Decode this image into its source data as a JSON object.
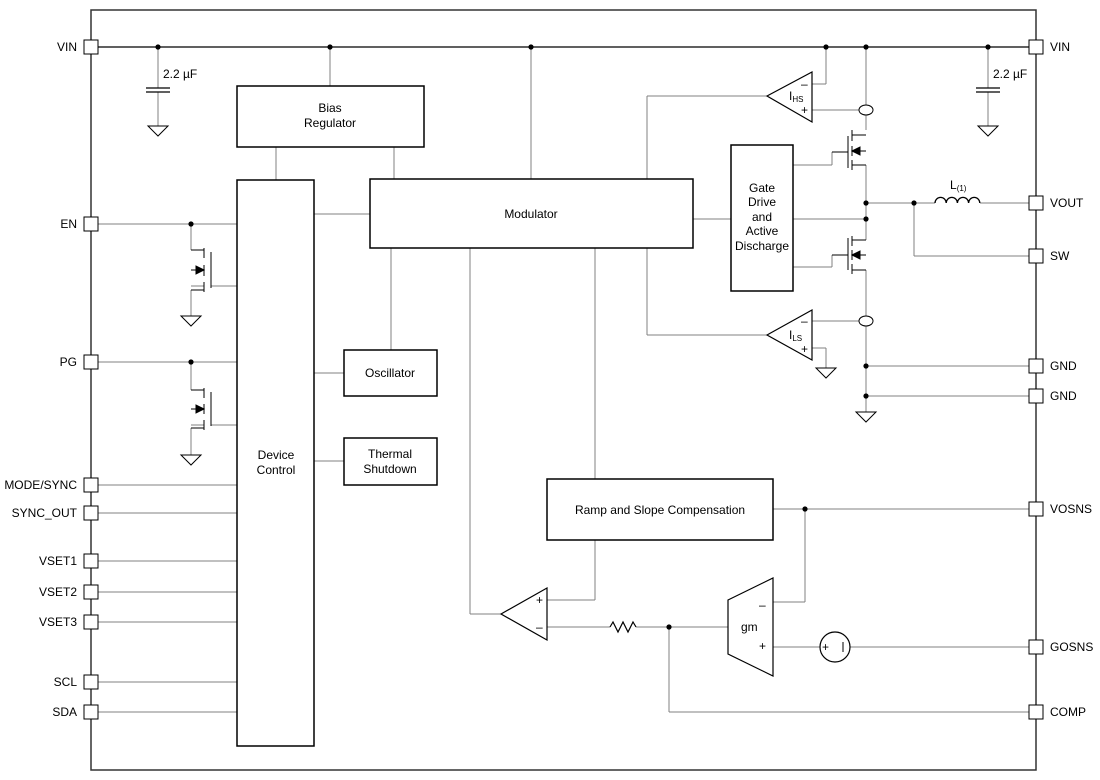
{
  "left_pins": {
    "vin": "VIN",
    "en": "EN",
    "pg": "PG",
    "mode_sync": "MODE/SYNC",
    "sync_out": "SYNC_OUT",
    "vset1": "VSET1",
    "vset2": "VSET2",
    "vset3": "VSET3",
    "scl": "SCL",
    "sda": "SDA"
  },
  "right_pins": {
    "vin": "VIN",
    "vout": "VOUT",
    "sw": "SW",
    "gnd1": "GND",
    "gnd2": "GND",
    "vosns": "VOSNS",
    "gosns": "GOSNS",
    "comp": "COMP"
  },
  "blocks": {
    "bias_regulator": {
      "line1": "Bias",
      "line2": "Regulator"
    },
    "device_control": {
      "line1": "Device",
      "line2": "Control"
    },
    "modulator": "Modulator",
    "oscillator": "Oscillator",
    "thermal_shutdown": {
      "line1": "Thermal",
      "line2": "Shutdown"
    },
    "gate_drive": {
      "line1": "Gate",
      "line2": "Drive",
      "line3": "and",
      "line4": "Active",
      "line5": "Discharge"
    },
    "ramp_slope": "Ramp and Slope Compensation"
  },
  "components": {
    "cap_left": "2.2 µF",
    "cap_right": "2.2 µF",
    "inductor_main": "L",
    "inductor_sub": "(1)",
    "ihs_main": "I",
    "ihs_sub": "HS",
    "ils_main": "I",
    "ils_sub": "LS",
    "gm": "gm",
    "plus": "+",
    "minus": "–"
  },
  "colors": {
    "line": "#000000",
    "wire": "#808080"
  }
}
